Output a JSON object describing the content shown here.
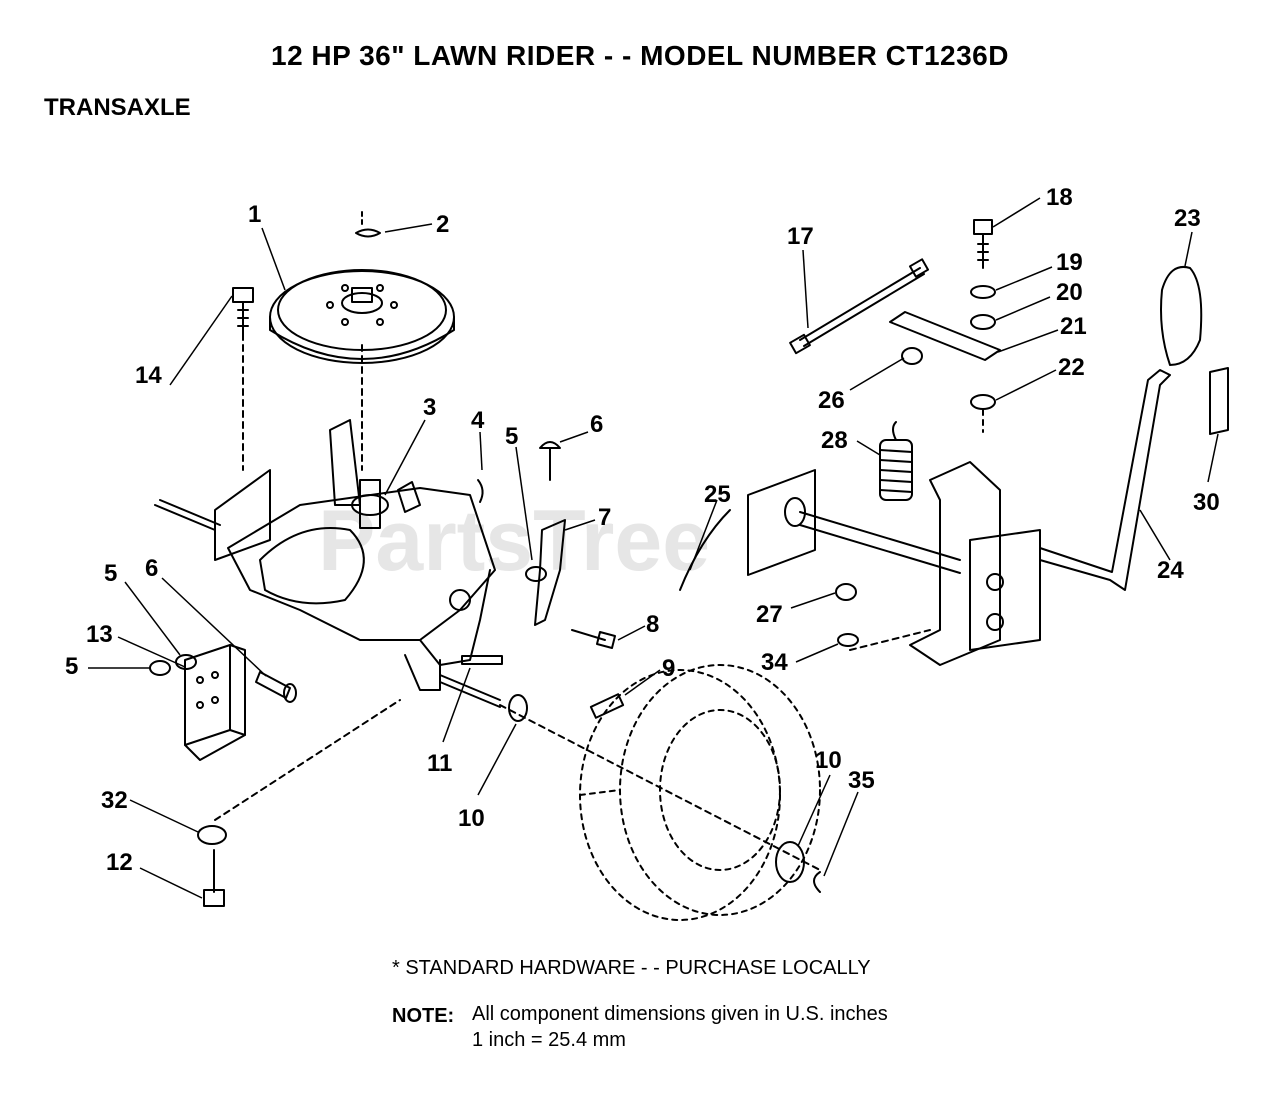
{
  "title": "12 HP 36\" LAWN RIDER - - MODEL NUMBER CT1236D",
  "section": "TRANSAXLE",
  "watermark": "PartsTree",
  "footnote": "* STANDARD HARDWARE - - PURCHASE LOCALLY",
  "note": {
    "label": "NOTE:",
    "line1": "All component dimensions given in U.S. inches",
    "line2": "1 inch = 25.4 mm"
  },
  "callouts": [
    {
      "id": "c1",
      "label": "1"
    },
    {
      "id": "c2",
      "label": "2"
    },
    {
      "id": "c3",
      "label": "3"
    },
    {
      "id": "c4",
      "label": "4"
    },
    {
      "id": "c5a",
      "label": "5"
    },
    {
      "id": "c6a",
      "label": "6"
    },
    {
      "id": "c7",
      "label": "7"
    },
    {
      "id": "c8",
      "label": "8"
    },
    {
      "id": "c9",
      "label": "9"
    },
    {
      "id": "c10a",
      "label": "10"
    },
    {
      "id": "c10b",
      "label": "10"
    },
    {
      "id": "c11",
      "label": "11"
    },
    {
      "id": "c12",
      "label": "12"
    },
    {
      "id": "c13",
      "label": "13"
    },
    {
      "id": "c14",
      "label": "14"
    },
    {
      "id": "c5b",
      "label": "5"
    },
    {
      "id": "c5c",
      "label": "5"
    },
    {
      "id": "c6b",
      "label": "6"
    },
    {
      "id": "c17",
      "label": "17"
    },
    {
      "id": "c18",
      "label": "18"
    },
    {
      "id": "c19",
      "label": "19"
    },
    {
      "id": "c20",
      "label": "20"
    },
    {
      "id": "c21",
      "label": "21"
    },
    {
      "id": "c22",
      "label": "22"
    },
    {
      "id": "c23",
      "label": "23"
    },
    {
      "id": "c24",
      "label": "24"
    },
    {
      "id": "c25",
      "label": "25"
    },
    {
      "id": "c26",
      "label": "26"
    },
    {
      "id": "c27",
      "label": "27"
    },
    {
      "id": "c28",
      "label": "28"
    },
    {
      "id": "c30",
      "label": "30"
    },
    {
      "id": "c32",
      "label": "32"
    },
    {
      "id": "c34",
      "label": "34"
    },
    {
      "id": "c35",
      "label": "35"
    }
  ]
}
